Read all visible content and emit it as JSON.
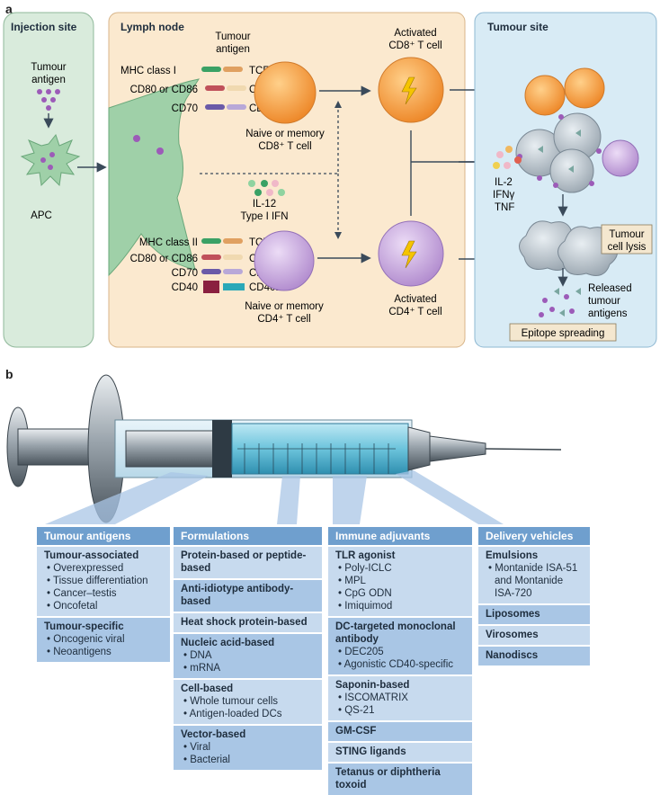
{
  "panel_a": {
    "letter": "a",
    "injection_site": {
      "title": "Injection site",
      "antigen_label": [
        "Tumour",
        "antigen"
      ],
      "apc_label": "APC"
    },
    "lymph_node": {
      "title": "Lymph node",
      "tumour_antigen_label": [
        "Tumour",
        "antigen"
      ],
      "cd8_receptors": {
        "left": [
          "MHC class I",
          "CD80 or CD86",
          "CD70"
        ],
        "right": [
          "TCR",
          "CD28",
          "CD27"
        ]
      },
      "cd8_naive_label": [
        "Naive or memory",
        "CD8⁺ T cell"
      ],
      "cd8_activated_label": [
        "Activated",
        "CD8⁺ T cell"
      ],
      "cytokines_label": [
        "IL-12",
        "Type I IFN"
      ],
      "cd4_receptors": {
        "left": [
          "MHC class II",
          "CD80 or CD86",
          "CD70",
          "CD40"
        ],
        "right": [
          "TCR",
          "CD28",
          "CD27",
          "CD40L"
        ]
      },
      "cd4_naive_label": [
        "Naive or memory",
        "CD4⁺ T cell"
      ],
      "cd4_activated_label": [
        "Activated",
        "CD4⁺ T cell"
      ]
    },
    "tumour_site": {
      "title": "Tumour site",
      "cytokines": [
        "IL-2",
        "IFNγ",
        "TNF"
      ],
      "lysis_label": [
        "Tumour",
        "cell lysis"
      ],
      "released_label": [
        "Released",
        "tumour",
        "antigens"
      ],
      "epitope_label": "Epitope spreading"
    },
    "colors": {
      "injection_bg": "#d9ebdc",
      "lymph_bg": "#fbe9cf",
      "tumour_bg": "#d8ebf5",
      "cd8": "#f39a3c",
      "cd4": "#b58fd0"
    }
  },
  "panel_b": {
    "letter": "b",
    "boxes": [
      {
        "header": "Tumour antigens",
        "sections": [
          {
            "title": "Tumour-associated",
            "items": [
              "Overexpressed",
              "Tissue differentiation",
              "Cancer–testis",
              "Oncofetal"
            ]
          },
          {
            "title": "Tumour-specific",
            "items": [
              "Oncogenic viral",
              "Neoantigens"
            ]
          }
        ]
      },
      {
        "header": "Formulations",
        "sections": [
          {
            "title": "Protein-based or peptide-based",
            "items": []
          },
          {
            "title": "Anti-idiotype antibody-based",
            "items": []
          },
          {
            "title": "Heat shock protein-based",
            "items": []
          },
          {
            "title": "Nucleic acid-based",
            "items": [
              "DNA",
              "mRNA"
            ]
          },
          {
            "title": "Cell-based",
            "items": [
              "Whole tumour cells",
              "Antigen-loaded DCs"
            ]
          },
          {
            "title": "Vector-based",
            "items": [
              "Viral",
              "Bacterial"
            ]
          }
        ]
      },
      {
        "header": "Immune adjuvants",
        "sections": [
          {
            "title": "TLR agonist",
            "items": [
              "Poly-ICLC",
              "MPL",
              "CpG ODN",
              "Imiquimod"
            ]
          },
          {
            "title": "DC-targeted monoclonal antibody",
            "items": [
              "DEC205",
              "Agonistic CD40-specific"
            ]
          },
          {
            "title": "Saponin-based",
            "items": [
              "ISCOMATRIX",
              "QS-21"
            ]
          },
          {
            "title": "GM-CSF",
            "items": []
          },
          {
            "title": "STING ligands",
            "items": []
          },
          {
            "title": "Tetanus or diphtheria toxoid",
            "items": []
          }
        ]
      },
      {
        "header": "Delivery vehicles",
        "sections": [
          {
            "title": "Emulsions",
            "items": [
              "Montanide ISA-51 and Montanide ISA-720"
            ]
          },
          {
            "title": "Liposomes",
            "items": []
          },
          {
            "title": "Virosomes",
            "items": []
          },
          {
            "title": "Nanodiscs",
            "items": []
          }
        ]
      }
    ]
  }
}
